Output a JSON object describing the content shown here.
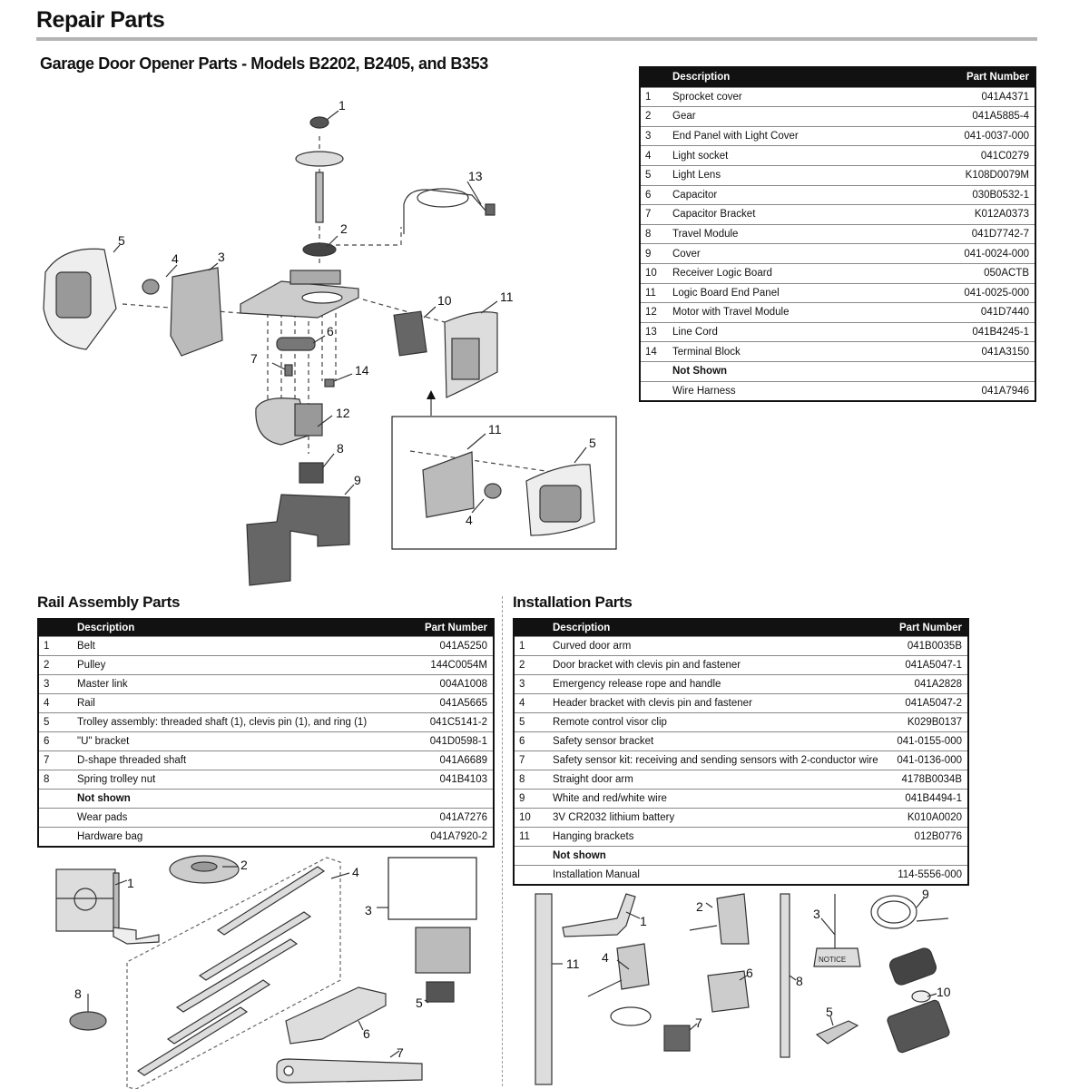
{
  "header": {
    "title": "Repair Parts",
    "section_title": "Garage Door Opener Parts - Models B2202, B2405, and B353"
  },
  "motor_table": {
    "headers": {
      "description": "Description",
      "part_number": "Part Number"
    },
    "rows": [
      {
        "num": "1",
        "description": "Sprocket cover",
        "part_number": "041A4371"
      },
      {
        "num": "2",
        "description": "Gear",
        "part_number": "041A5885-4"
      },
      {
        "num": "3",
        "description": "End Panel with Light Cover",
        "part_number": "041-0037-000"
      },
      {
        "num": "4",
        "description": "Light socket",
        "part_number": "041C0279"
      },
      {
        "num": "5",
        "description": "Light Lens",
        "part_number": "K108D0079M"
      },
      {
        "num": "6",
        "description": "Capacitor",
        "part_number": "030B0532-1"
      },
      {
        "num": "7",
        "description": "Capacitor Bracket",
        "part_number": "K012A0373"
      },
      {
        "num": "8",
        "description": "Travel Module",
        "part_number": "041D7742-7"
      },
      {
        "num": "9",
        "description": "Cover",
        "part_number": "041-0024-000"
      },
      {
        "num": "10",
        "description": "Receiver Logic Board",
        "part_number": "050ACTB"
      },
      {
        "num": "11",
        "description": "Logic Board End Panel",
        "part_number": "041-0025-000"
      },
      {
        "num": "12",
        "description": "Motor with Travel Module",
        "part_number": "041D7440"
      },
      {
        "num": "13",
        "description": "Line Cord",
        "part_number": "041B4245-1"
      },
      {
        "num": "14",
        "description": "Terminal Block",
        "part_number": "041A3150"
      }
    ],
    "not_shown_label": "Not Shown",
    "not_shown": [
      {
        "description": "Wire Harness",
        "part_number": "041A7946"
      }
    ]
  },
  "rail_section": {
    "title": "Rail Assembly Parts",
    "headers": {
      "description": "Description",
      "part_number": "Part Number"
    },
    "rows": [
      {
        "num": "1",
        "description": "Belt",
        "part_number": "041A5250"
      },
      {
        "num": "2",
        "description": "Pulley",
        "part_number": "144C0054M"
      },
      {
        "num": "3",
        "description": "Master link",
        "part_number": "004A1008"
      },
      {
        "num": "4",
        "description": "Rail",
        "part_number": "041A5665"
      },
      {
        "num": "5",
        "description": "Trolley assembly: threaded shaft (1), clevis pin (1), and ring (1)",
        "part_number": "041C5141-2"
      },
      {
        "num": "6",
        "description": "\"U\" bracket",
        "part_number": "041D0598-1"
      },
      {
        "num": "7",
        "description": "D-shape threaded shaft",
        "part_number": "041A6689"
      },
      {
        "num": "8",
        "description": "Spring trolley nut",
        "part_number": "041B4103"
      }
    ],
    "not_shown_label": "Not shown",
    "not_shown": [
      {
        "description": "Wear pads",
        "part_number": "041A7276"
      },
      {
        "description": "Hardware bag",
        "part_number": "041A7920-2"
      }
    ]
  },
  "install_section": {
    "title": "Installation Parts",
    "headers": {
      "description": "Description",
      "part_number": "Part Number"
    },
    "rows": [
      {
        "num": "1",
        "description": "Curved door arm",
        "part_number": "041B0035B"
      },
      {
        "num": "2",
        "description": "Door bracket with clevis pin and fastener",
        "part_number": "041A5047-1"
      },
      {
        "num": "3",
        "description": "Emergency release rope and handle",
        "part_number": "041A2828"
      },
      {
        "num": "4",
        "description": "Header bracket with clevis pin and fastener",
        "part_number": "041A5047-2"
      },
      {
        "num": "5",
        "description": "Remote control visor clip",
        "part_number": "K029B0137"
      },
      {
        "num": "6",
        "description": "Safety sensor bracket",
        "part_number": "041-0155-000"
      },
      {
        "num": "7",
        "description": "Safety sensor kit: receiving and sending sensors with 2-conductor wire",
        "part_number": "041-0136-000"
      },
      {
        "num": "8",
        "description": "Straight door arm",
        "part_number": "4178B0034B"
      },
      {
        "num": "9",
        "description": "White and red/white wire",
        "part_number": "041B4494-1"
      },
      {
        "num": "10",
        "description": "3V CR2032 lithium battery",
        "part_number": "K010A0020"
      },
      {
        "num": "11",
        "description": "Hanging brackets",
        "part_number": "012B0776"
      }
    ],
    "not_shown_label": "Not shown",
    "not_shown": [
      {
        "description": "Installation Manual",
        "part_number": "114-5556-000"
      }
    ]
  },
  "diagram_labels": {
    "motor": [
      "1",
      "2",
      "3",
      "4",
      "5",
      "6",
      "7",
      "8",
      "9",
      "10",
      "11",
      "12",
      "13",
      "14"
    ],
    "inset": [
      "11",
      "5",
      "4"
    ],
    "rail": [
      "1",
      "2",
      "3",
      "4",
      "5",
      "6",
      "7",
      "8"
    ],
    "install": [
      "1",
      "2",
      "3",
      "4",
      "5",
      "6",
      "7",
      "8",
      "9",
      "10",
      "11"
    ]
  },
  "notice_text": "NOTICE"
}
